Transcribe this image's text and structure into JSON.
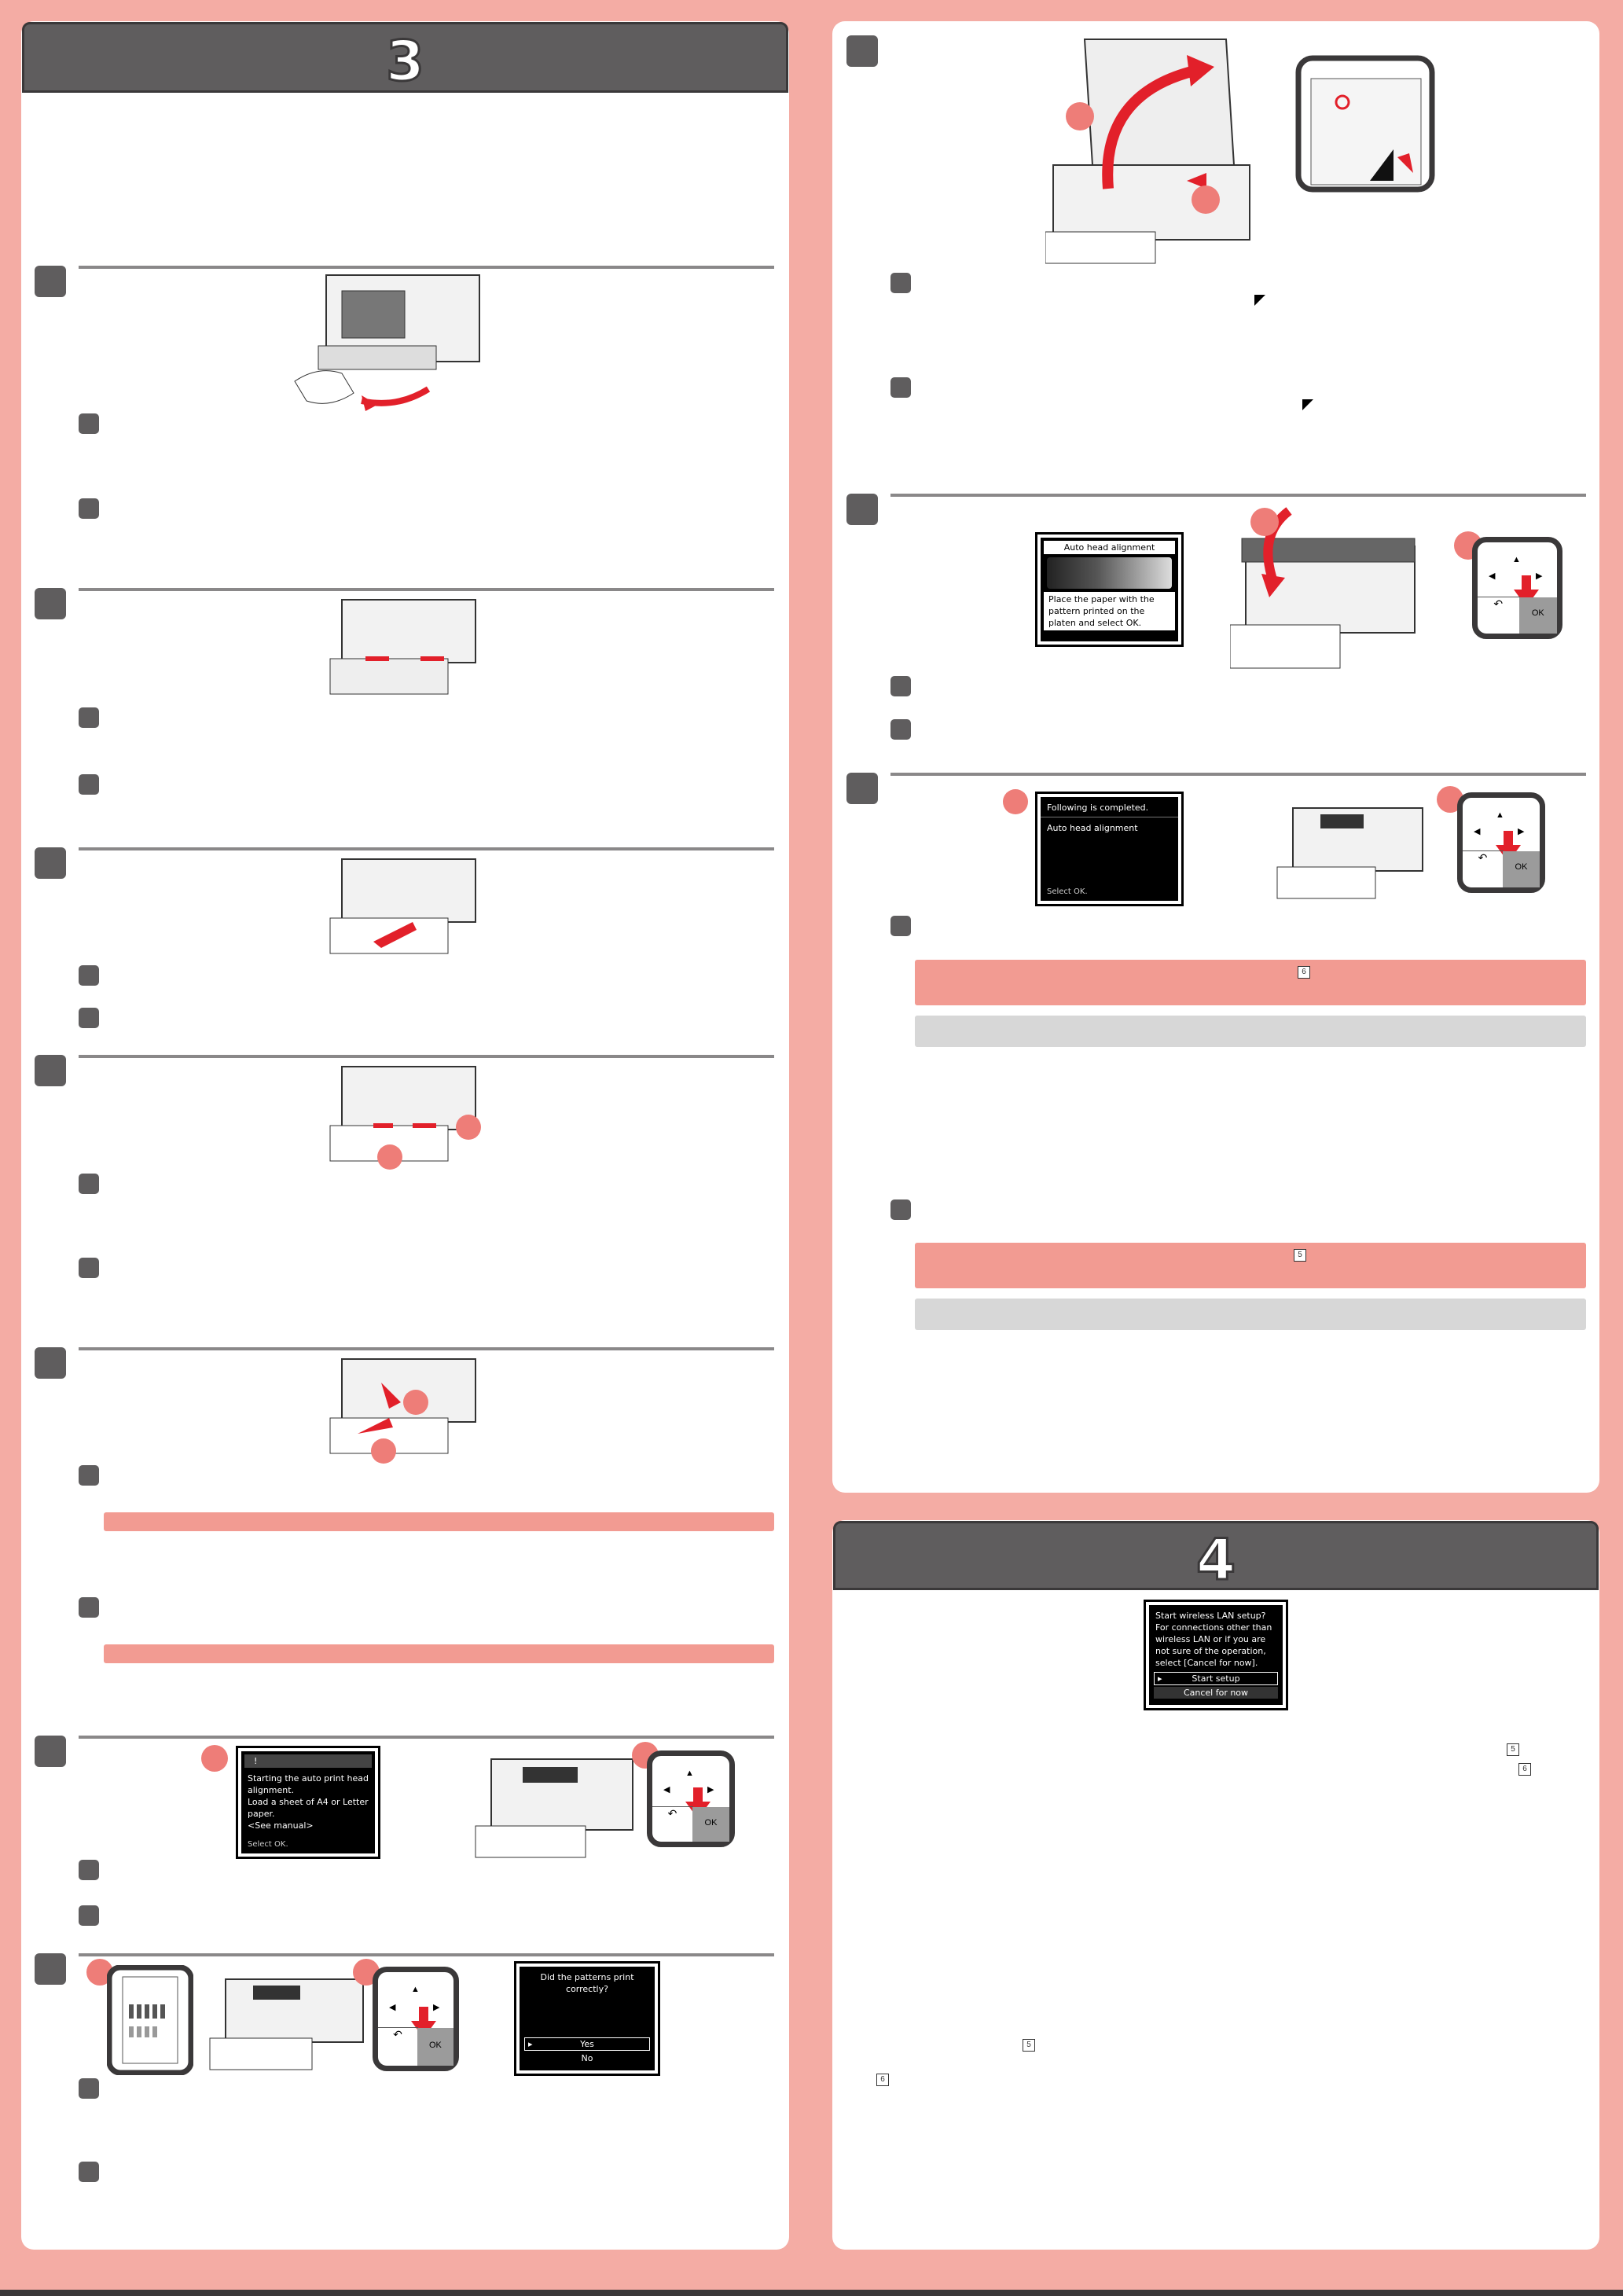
{
  "section3": {
    "number": "3"
  },
  "section4": {
    "number": "4"
  },
  "screens": {
    "auto_head_alignment": {
      "title": "Auto head alignment",
      "body": "Place the paper with the pattern printed on the platen and select OK."
    },
    "following_completed": {
      "header": "Following is completed.",
      "body": "Auto head alignment",
      "footer": "Select OK."
    },
    "starting_alignment": {
      "header_icon": "!",
      "body": "Starting the auto print head alignment.\nLoad a sheet of A4 or Letter paper.\n<See manual>",
      "footer": "Select OK."
    },
    "did_patterns_print": {
      "question": "Did the patterns print correctly?",
      "options": [
        "Yes",
        "No"
      ]
    },
    "wireless_lan": {
      "body": "Start wireless LAN setup?\nFor connections other than wireless LAN or if you are not sure of the operation, select [Cancel for now].",
      "options": [
        "Start setup",
        "Cancel for now"
      ]
    }
  },
  "keypad": {
    "ok_label": "OK",
    "back_symbol": "↶"
  },
  "page_refs": {
    "five": "5",
    "six": "6"
  },
  "colors": {
    "background": "#f4aca4",
    "banner": "#5f5d5e",
    "accent_red": "#e2202a",
    "note_pink": "#f29b92",
    "note_grey": "#d7d7d7"
  }
}
